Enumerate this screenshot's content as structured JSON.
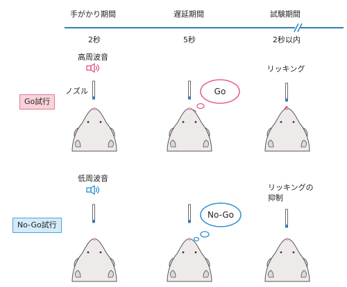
{
  "header": {
    "phases": [
      {
        "label": "手がかり期間",
        "duration": "2秒"
      },
      {
        "label": "遅延期間",
        "duration": "5秒"
      },
      {
        "label": "試験期間",
        "duration": "2秒以内"
      }
    ]
  },
  "go_trial": {
    "badge": "Go試行",
    "cue": "高周波音",
    "nozzle_label": "ノズル",
    "thought": "Go",
    "response": "リッキング"
  },
  "nogo_trial": {
    "badge": "No-Go試行",
    "cue": "低周波音",
    "thought": "No-Go",
    "response_line1": "リッキングの",
    "response_line2": "抑制"
  },
  "colors": {
    "timeline": "#2a7fb8",
    "go_badge_bg": "#f9d3da",
    "go_badge_border": "#e07890",
    "go_speaker": "#e2557a",
    "nogo_badge_bg": "#d4ebf9",
    "nogo_badge_border": "#4a9fd5",
    "nogo_speaker": "#2a8ed0",
    "go_bubble": "#e25d80",
    "nogo_bubble": "#2a8ed0",
    "nozzle_tip": "#2a7fd0",
    "lick_drop": "#e2557a",
    "mouse_fill": "#eeeaea",
    "mouse_stroke": "#555555"
  },
  "icons": [
    "speaker-icon",
    "thought-bubble-icon",
    "mouse-icon",
    "nozzle-icon"
  ]
}
